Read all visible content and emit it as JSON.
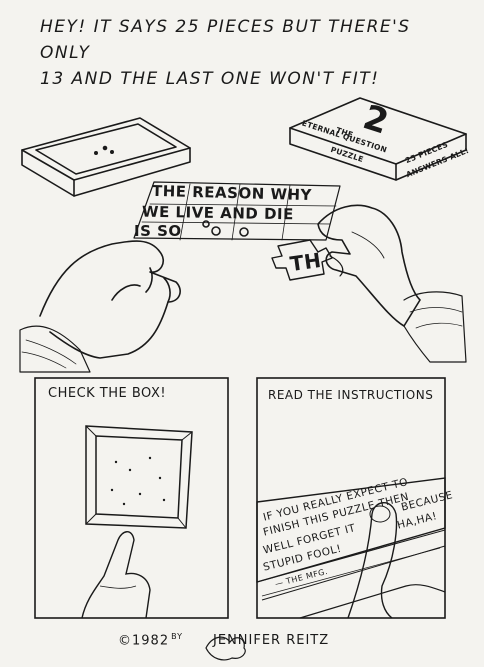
{
  "caption": {
    "line1": "HEY! IT SAYS 25 PIECES BUT THERE'S ONLY",
    "line2": "13 AND THE LAST ONE WON'T FIT!"
  },
  "puzzle": {
    "line1": "THE REASON WHY",
    "line2": "WE LIVE AND DIE",
    "line3": "IS SO",
    "last_piece": "TH"
  },
  "box_lid": {
    "number": "2",
    "title_line1": "THE",
    "title_line2": "ETERNAL QUESTION",
    "title_line3": "PUZZLE",
    "pieces_line1": "25 PIECES",
    "pieces_line2": "ANSWERS ALL!"
  },
  "panel_left": {
    "label": "CHECK THE BOX!"
  },
  "panel_right": {
    "label": "READ THE INSTRUCTIONS",
    "note": {
      "line1": "IF YOU REALLY EXPECT TO",
      "line2": "FINISH THIS PUZZLE THEN",
      "line3": "WELL FORGET IT",
      "line4": "BECAUSE",
      "line5": "STUPID FOOL!",
      "line6": "HA,HA!",
      "line7": "— THE MFG."
    }
  },
  "footer": {
    "copyright": "©1982",
    "by": "BY",
    "artist": "JENNIFER REITZ"
  }
}
